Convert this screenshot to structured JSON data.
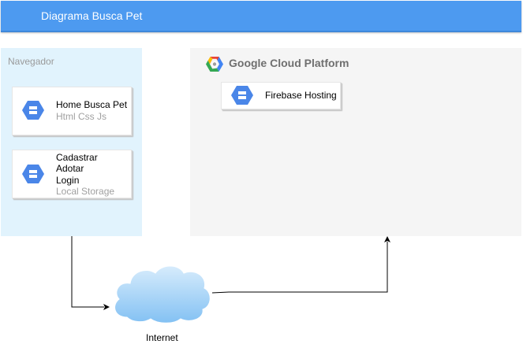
{
  "header": {
    "title": "Diagrama Busca Pet"
  },
  "zones": {
    "navegador": {
      "label": "Navegador"
    },
    "gcp": {
      "label": "Google Cloud Platform"
    }
  },
  "cards": {
    "home": {
      "title": "Home Busca Pet",
      "subtitle": "Html Css Js",
      "icon": "storage-icon"
    },
    "actions": {
      "line1": "Cadastrar",
      "line2": "Adotar",
      "line3": "Login",
      "subtitle": "Local Storage",
      "icon": "storage-icon"
    },
    "firebase": {
      "title": "Firebase Hosting",
      "icon": "storage-icon"
    }
  },
  "internet": {
    "label": "Internet",
    "icon": "cloud-icon"
  },
  "colors": {
    "header": "#4d9af0",
    "navegador_bg": "#e1f3fd",
    "gcp_bg": "#f5f5f5",
    "icon_blue": "#4a86e8"
  }
}
